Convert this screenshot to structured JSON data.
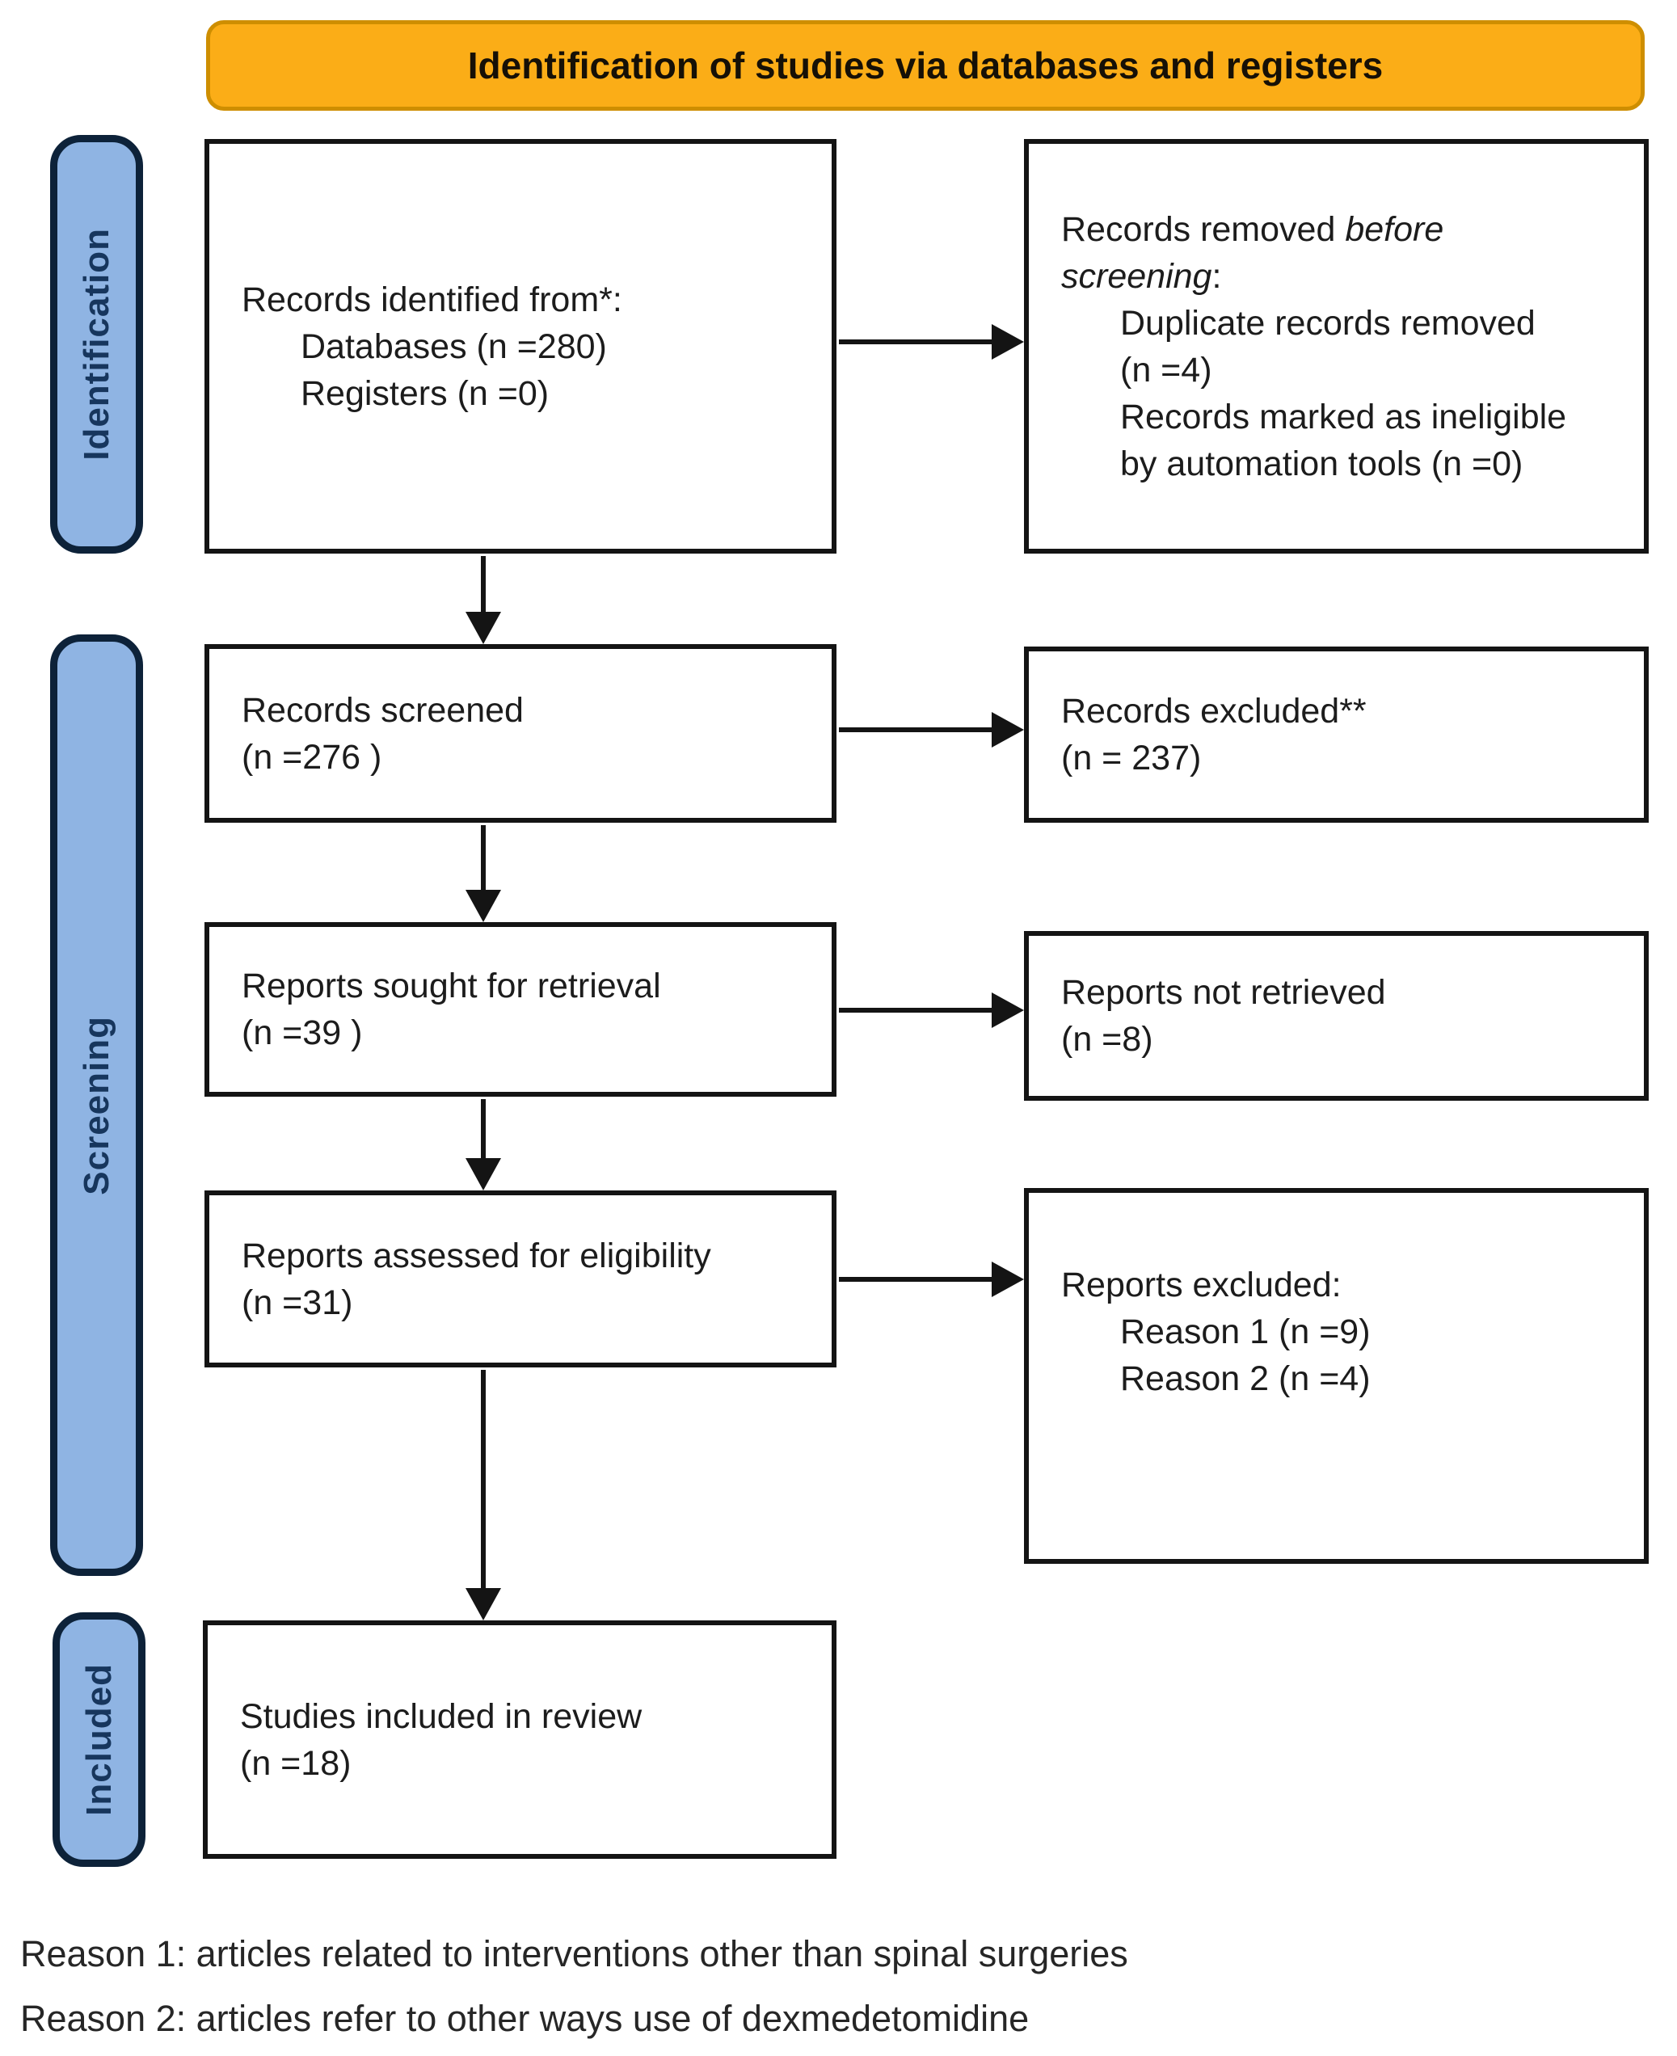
{
  "header": {
    "title": "Identification of studies via databases and registers"
  },
  "stages": {
    "identification": "Identification",
    "screening": "Screening",
    "included": "Included"
  },
  "boxes": {
    "records_identified": {
      "line1": "Records identified from*:",
      "line2": "Databases (n =280)",
      "line3": "Registers (n =0)"
    },
    "records_removed": {
      "line1_normal": "Records removed ",
      "line1_italic": "before",
      "line2_italic": "screening",
      "line2_colon": ":",
      "line3": "Duplicate records removed",
      "line4": "(n =4)",
      "line5": "Records marked as ineligible",
      "line6": "by automation tools (n =0)"
    },
    "records_screened": {
      "line1": "Records screened",
      "line2": "(n =276 )"
    },
    "records_excluded": {
      "line1": "Records excluded**",
      "line2": "(n = 237)"
    },
    "reports_sought": {
      "line1": "Reports sought for retrieval",
      "line2": "(n =39 )"
    },
    "reports_not_retrieved": {
      "line1": "Reports not retrieved",
      "line2": "(n =8)"
    },
    "reports_assessed": {
      "line1": "Reports assessed for eligibility",
      "line2": "(n =31)"
    },
    "reports_excluded": {
      "line1": "Reports excluded:",
      "line2": "Reason 1 (n =9)",
      "line3": "Reason 2 (n =4)"
    },
    "studies_included": {
      "line1": "Studies included in review",
      "line2": "(n =18)"
    }
  },
  "footnotes": {
    "reason1": "Reason 1: articles related to interventions other than spinal surgeries",
    "reason2": "Reason 2: articles refer to other ways use of dexmedetomidine"
  },
  "colors": {
    "banner_fill": "#FBAD17",
    "banner_border": "#CE8E00",
    "stage_fill": "#8FB4E3",
    "stage_border": "#0D2239",
    "stage_text": "#17365D",
    "box_border": "#141414",
    "arrow": "#141414",
    "text": "#1C1C1C"
  }
}
